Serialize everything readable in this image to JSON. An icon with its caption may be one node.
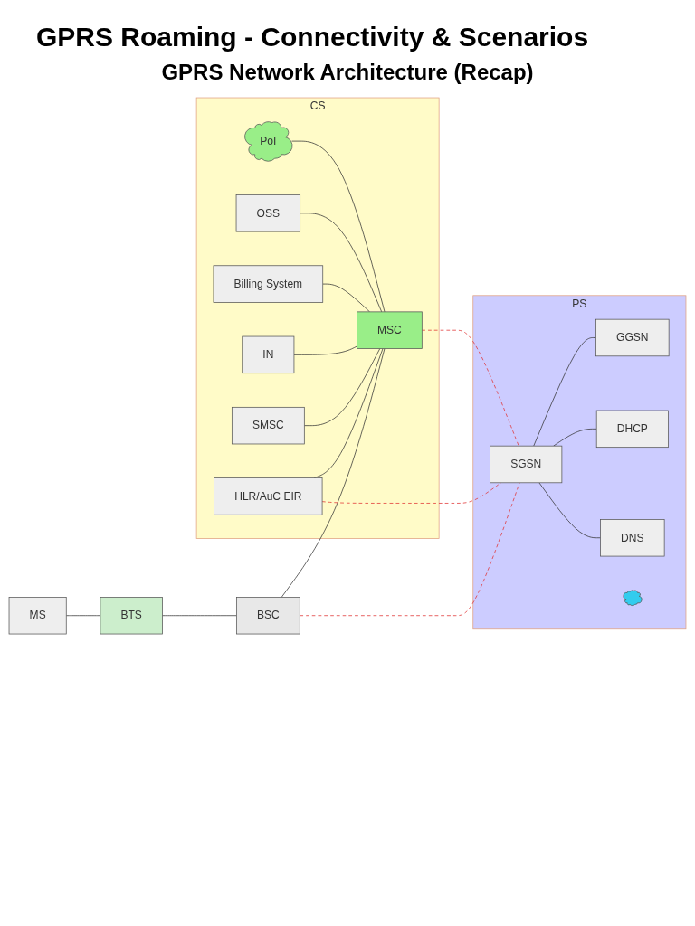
{
  "diagram": {
    "title": "GPRS Roaming - Connectivity & Scenarios",
    "nodes": [
      {
        "text": [
          "CS"
        ]
      },
      {
        "text": [
          "PoI"
        ],
        "in": 0
      },
      {
        "text": [
          "OSS"
        ],
        "in": 0
      },
      {
        "text": [
          "Billing System"
        ],
        "in": 0
      },
      {
        "text": [
          "IN"
        ],
        "in": 0
      },
      {
        "text": [
          "SMSC"
        ],
        "in": 0
      },
      {
        "text": [
          "MSC"
        ],
        "in": 0
      },
      {
        "text": [
          "HLR/AuC EIR"
        ],
        "in": 0
      },
      {
        "text": [
          "BTS"
        ]
      },
      {
        "text": [
          "BSC"
        ]
      },
      {
        "text": [
          "MS"
        ]
      },
      {
        "text": [
          "PS"
        ]
      },
      {
        "text": [
          "SGSN"
        ],
        "in": 11
      },
      {
        "text": [
          "GGSN"
        ],
        "in": 11
      },
      {
        "text": [
          "DHCP"
        ],
        "in": 11
      },
      {
        "text": [
          "DNS"
        ],
        "in": 11
      },
      {
        "text": [],
        "shape": "cloud",
        "in": 11
      }
    ],
    "edges": [
      {
        "from": 1,
        "to": 6,
        "arrow": "none"
      },
      {
        "from": 2,
        "to": 6,
        "arrow": "none"
      },
      {
        "from": 3,
        "to": 6,
        "arrow": "none"
      },
      {
        "from": 4,
        "to": 6,
        "arrow": "none"
      },
      {
        "from": 5,
        "to": 6,
        "arrow": "none"
      },
      {
        "from": 7,
        "to": 6,
        "arrow": "none"
      },
      {
        "from": 10,
        "to": 8,
        "arrow": "none"
      },
      {
        "from": 8,
        "to": 9,
        "arrow": "none"
      },
      {
        "from": 9,
        "to": 6,
        "arrow": "none"
      },
      {
        "from": 9,
        "to": 12,
        "arrow": "none",
        "style": "dashed",
        "color": "#e03030"
      },
      {
        "from": 6,
        "to": 12,
        "arrow": "none",
        "style": "dashed",
        "color": "#e03030"
      },
      {
        "from": 7,
        "to": 12,
        "arrow": "none",
        "style": "dashed",
        "color": "#e03030"
      },
      {
        "from": 12,
        "to": 13,
        "arrow": "none"
      },
      {
        "from": 12,
        "to": 14,
        "arrow": "none"
      },
      {
        "from": 12,
        "to": 15,
        "arrow": "none"
      }
    ],
    "labels": [
      "GPRS Network Architecture (Recap)"
    ]
  }
}
